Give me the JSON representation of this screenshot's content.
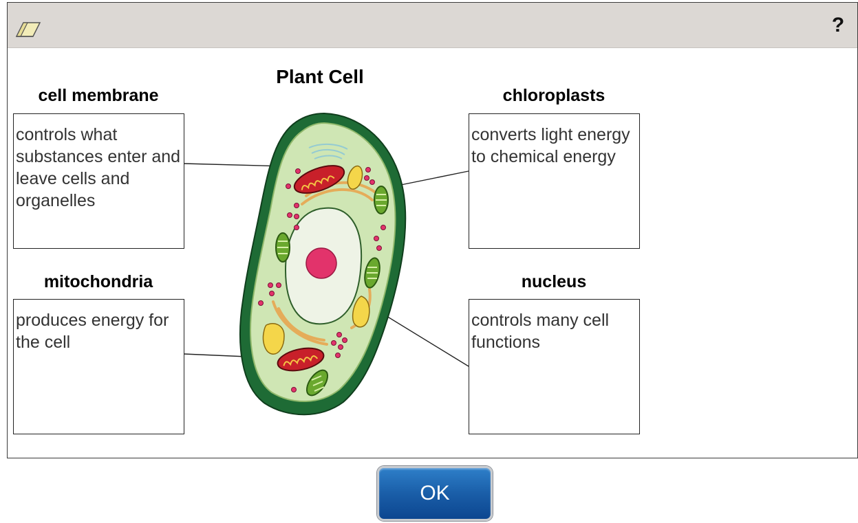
{
  "toolbar": {
    "eraser_icon": "eraser-icon",
    "help_label": "?"
  },
  "diagram": {
    "title": "Plant Cell"
  },
  "labels": {
    "cell_membrane": {
      "title": "cell membrane",
      "description": "controls what substances enter and leave cells and organelles"
    },
    "mitochondria": {
      "title": "mitochondria",
      "description": "produces energy for the cell"
    },
    "chloroplasts": {
      "title": "chloroplasts",
      "description": "converts light energy to chemical energy"
    },
    "nucleus": {
      "title": "nucleus",
      "description": "controls many cell functions"
    }
  },
  "actions": {
    "ok_label": "OK"
  },
  "colors": {
    "cell_wall": "#1e6b35",
    "cytoplasm": "#cfe6b4",
    "nucleus_fill": "#eef3e6",
    "nucleolus": "#e2336b",
    "mitochondria": "#c8202a",
    "chloroplast": "#6aa82e",
    "vacuole_yellow": "#f4d64a",
    "ok_button": "#1a5ea8"
  }
}
